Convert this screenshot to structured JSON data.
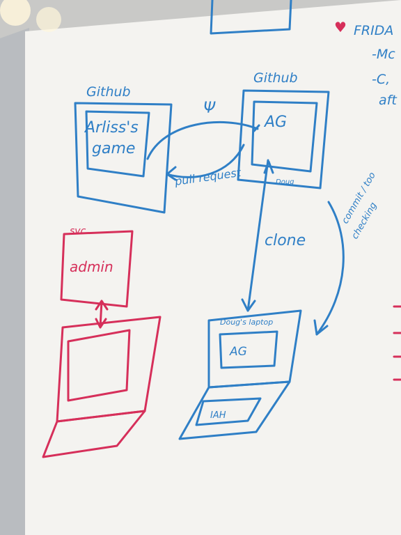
{
  "colors": {
    "board": "#f4f3f0",
    "frame": "#b9bcc0",
    "marker_blue": "#2f7fc6",
    "marker_red": "#d62f5a"
  },
  "whiteboard": {
    "left_box": {
      "header": "Github",
      "inner_line1": "Arliss's",
      "inner_line2": "game"
    },
    "right_box": {
      "header": "Github",
      "inner_text": "AG",
      "corner_text": "Doug"
    },
    "fork_symbol": "Ψ",
    "pull_request_label": "pull request",
    "clone_label": "clone",
    "commit_label_line1": "commit / too",
    "commit_label_line2": "checking",
    "server": {
      "header": "svc",
      "inner_text": "admin"
    },
    "laptop": {
      "header": "Doug's laptop",
      "screen_text": "AG",
      "keyboard_text": "IAH"
    },
    "notes": {
      "heart": "♥",
      "line1": "FRIDA",
      "line2": "-Mc",
      "line3": "-C,",
      "line4": "aft"
    }
  }
}
